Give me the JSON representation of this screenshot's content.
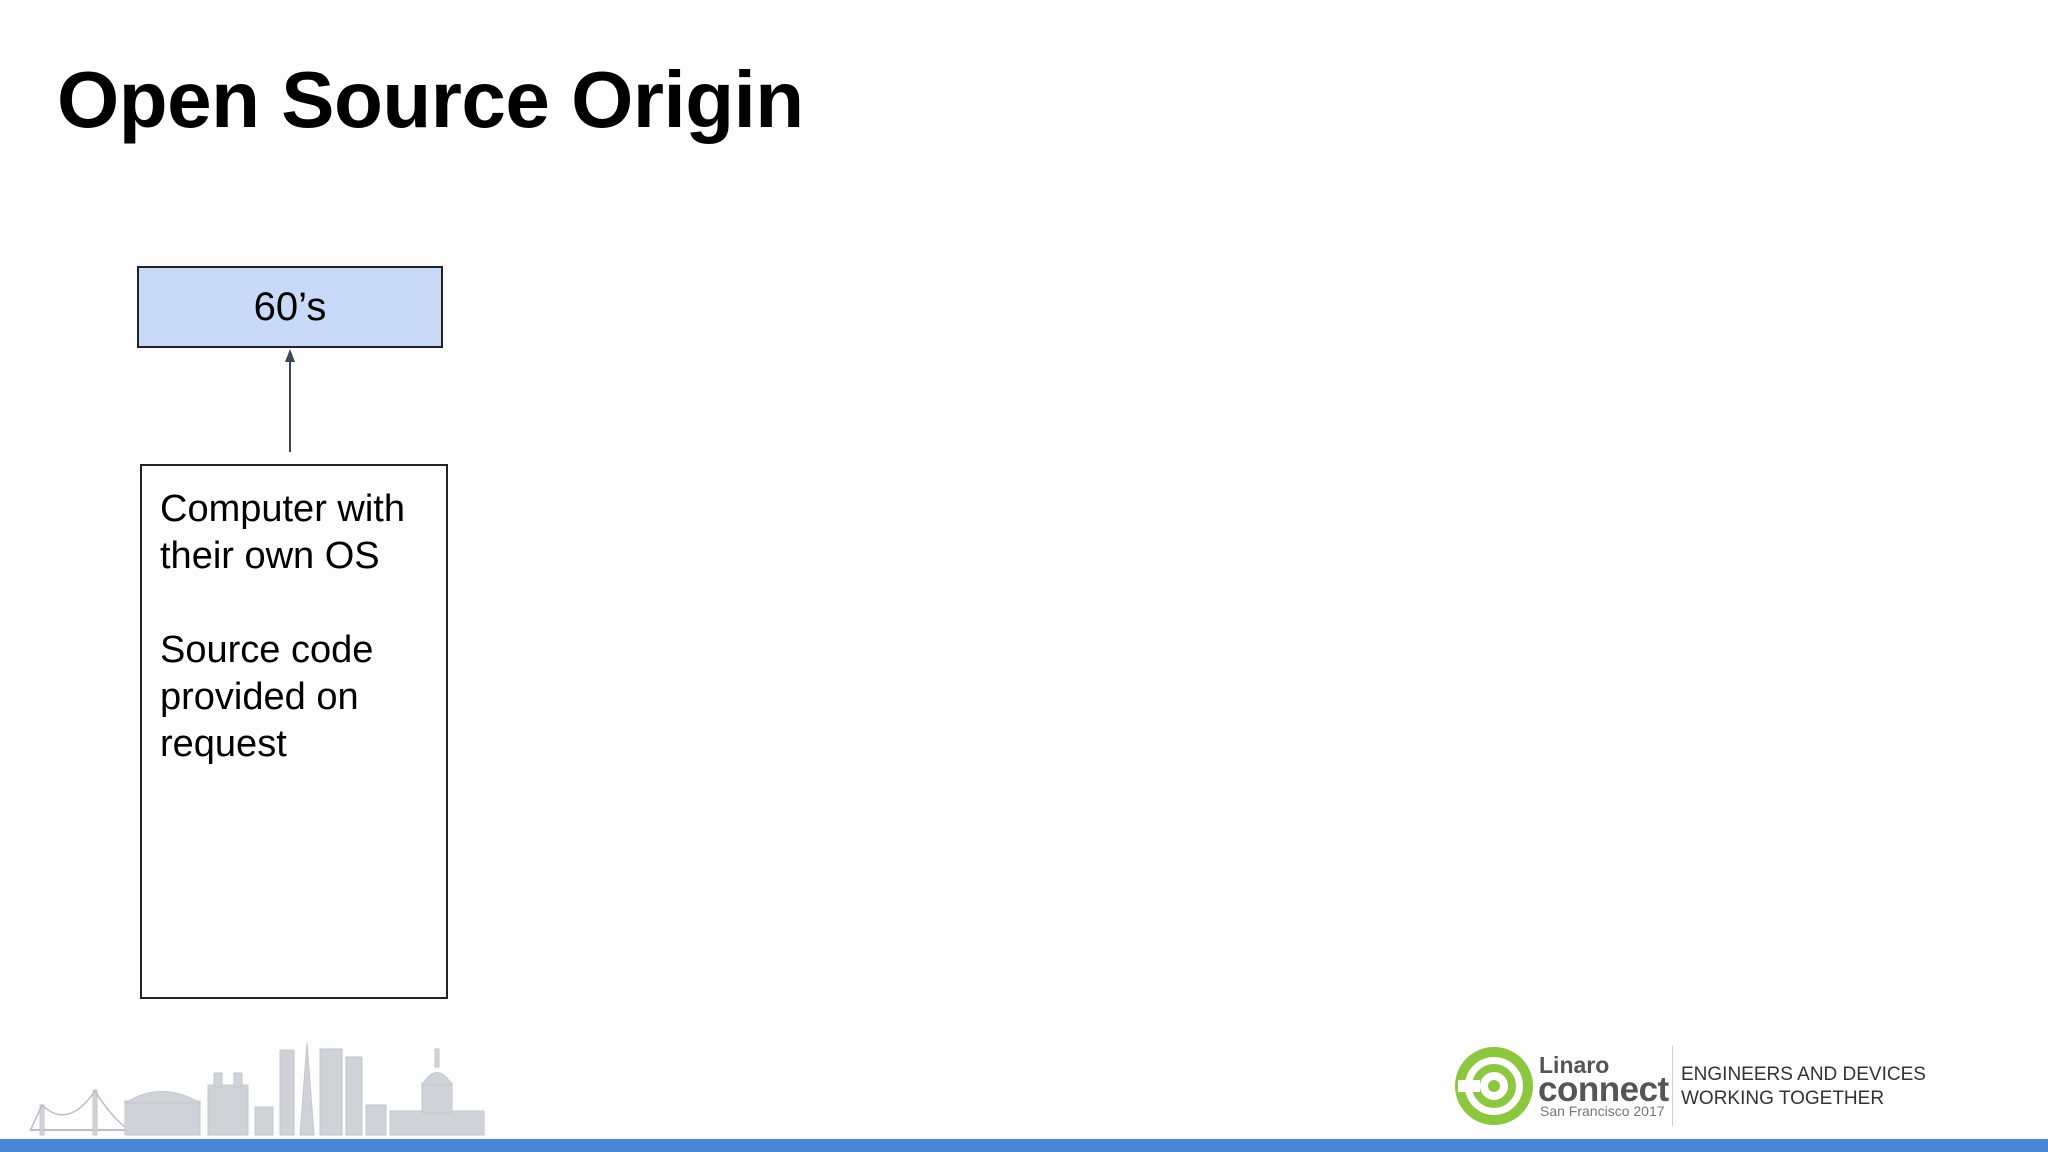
{
  "slide": {
    "title": "Open Source Origin",
    "era_label": "60’s",
    "description": [
      "Computer with their own OS",
      "Source code provided on request"
    ],
    "branding": {
      "brand": "Linaro",
      "product": "connect",
      "event": "San Francisco 2017",
      "tagline_line1": "ENGINEERS AND DEVICES",
      "tagline_line2": "WORKING TOGETHER",
      "logo_color": "#8dc63f",
      "accent_color": "#4a86d4"
    }
  }
}
